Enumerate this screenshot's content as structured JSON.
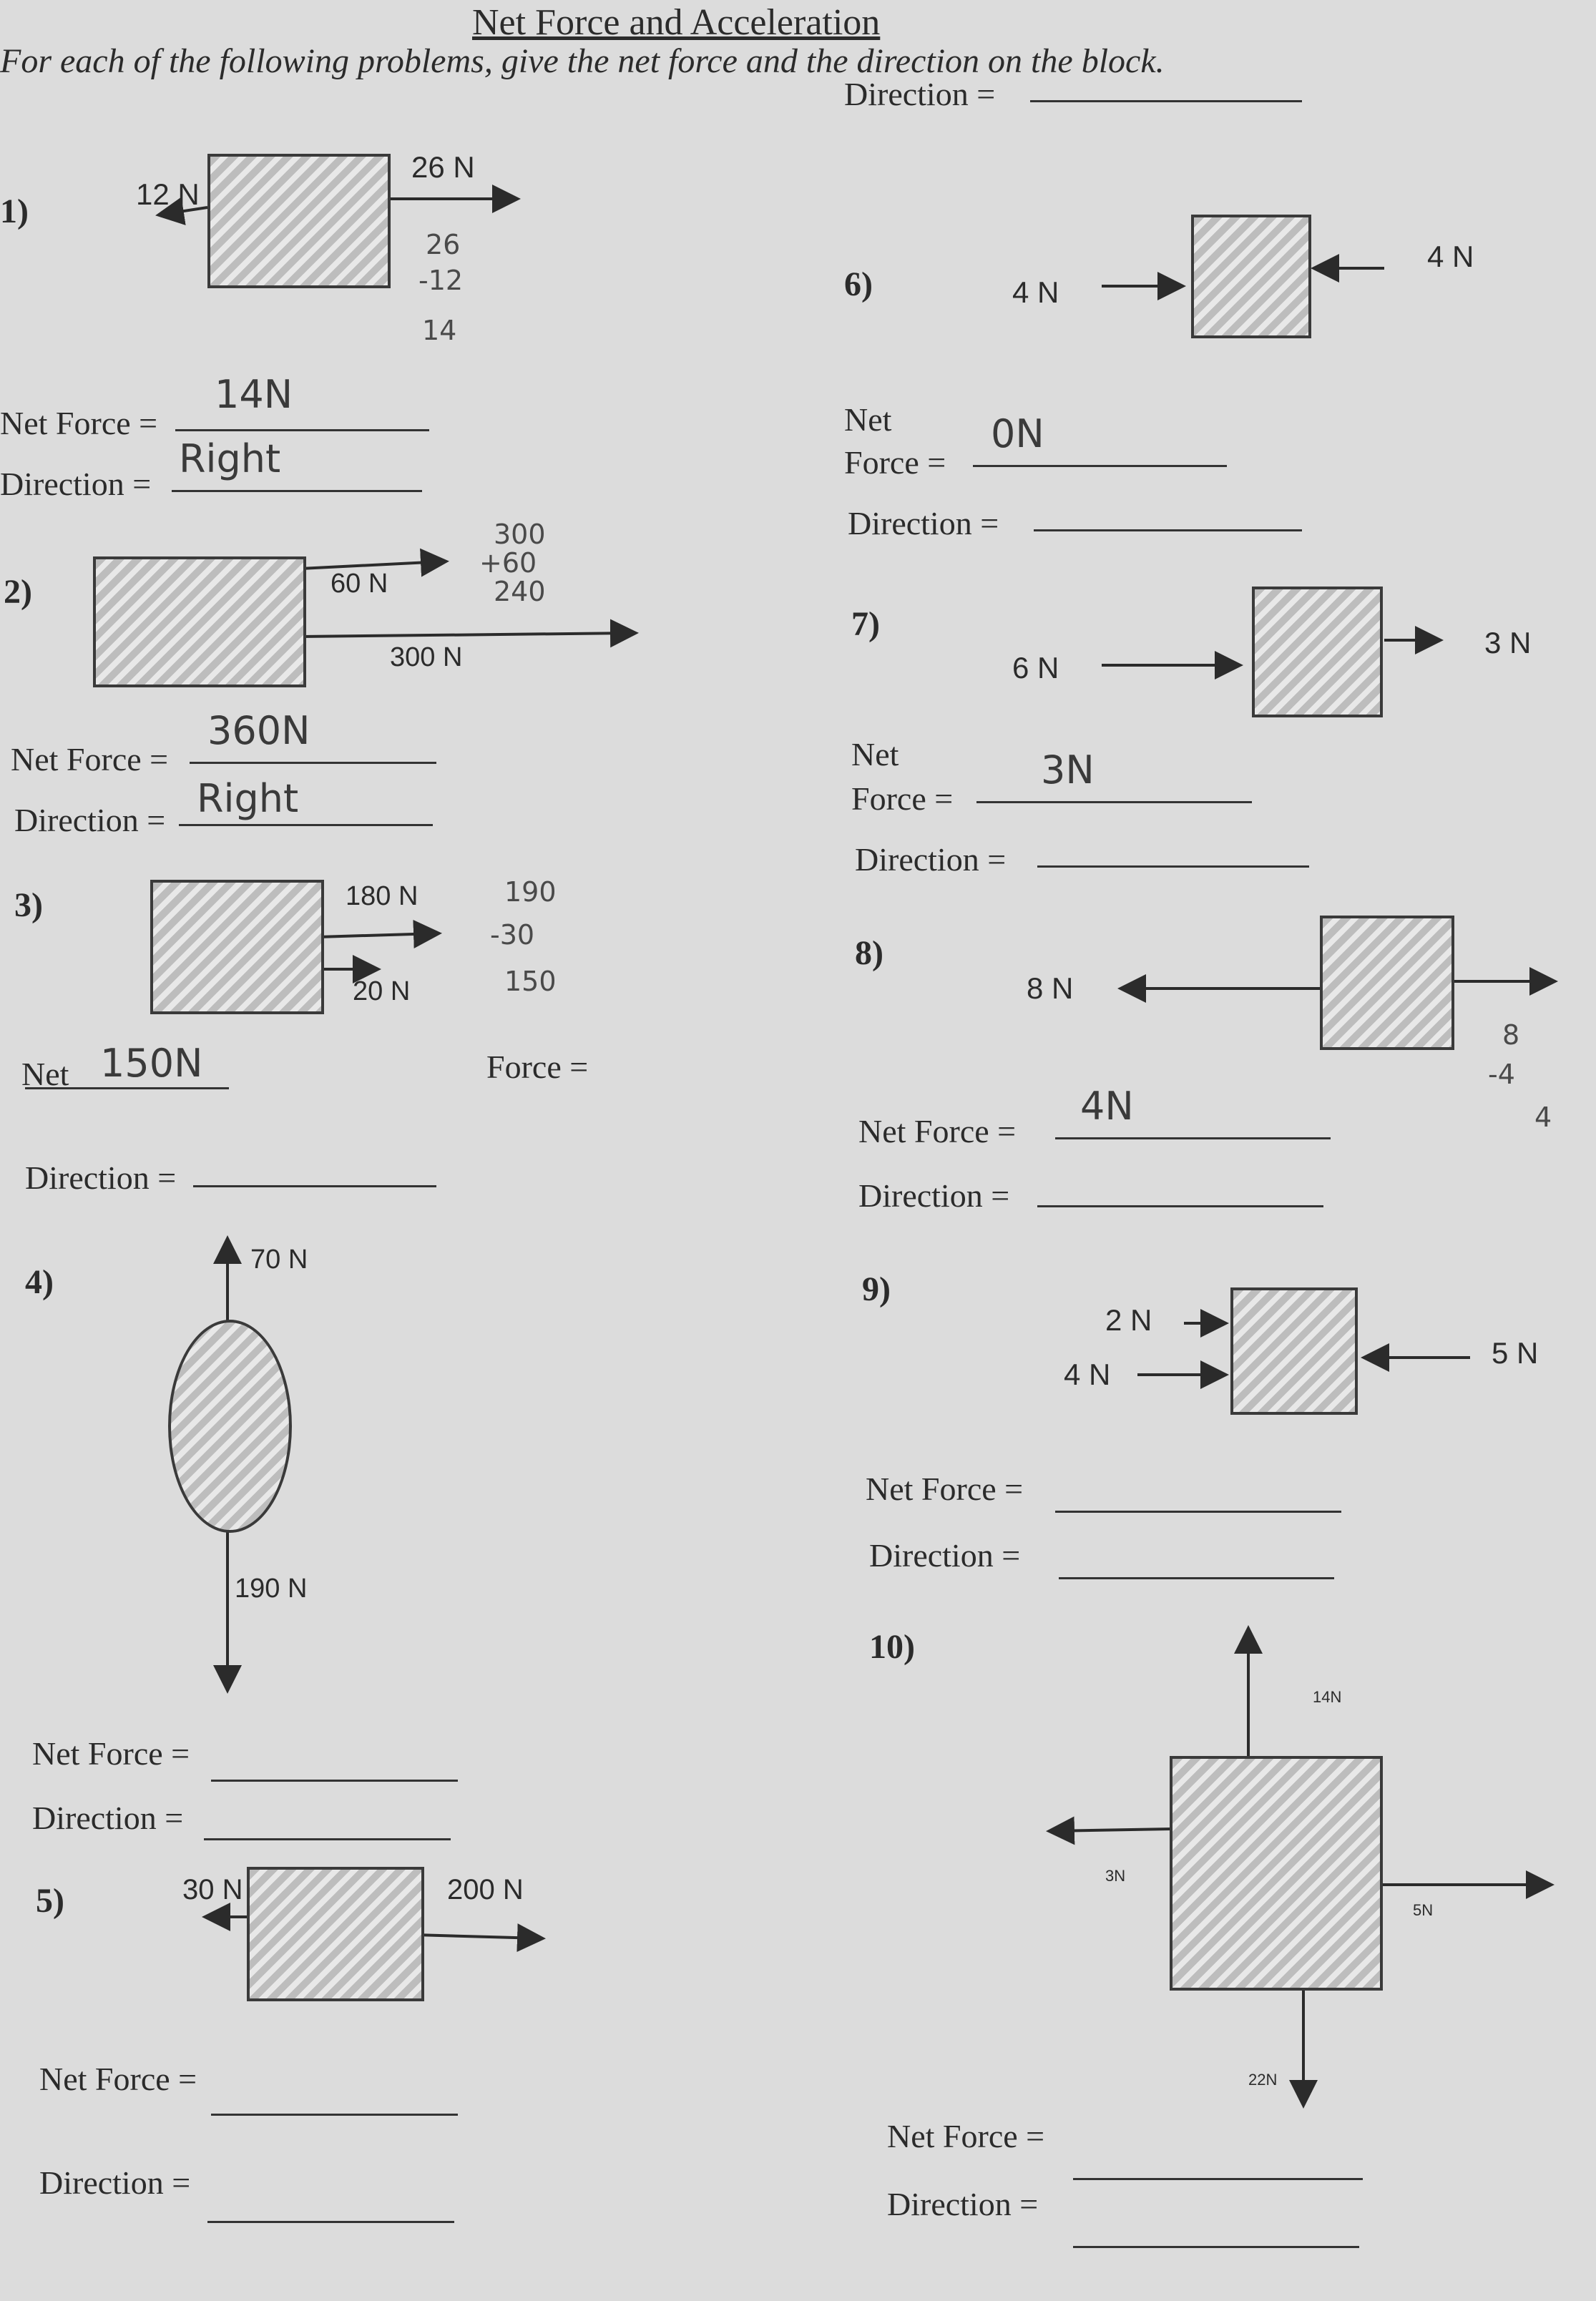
{
  "header": {
    "title": "Net Force and Acceleration",
    "instructions": "For each of the following problems, give the net force and the direction on the block."
  },
  "labels": {
    "net_force": "Net Force =",
    "net": "Net",
    "force": "Force =",
    "direction": "Direction ="
  },
  "problems": {
    "p1": {
      "number": "1)",
      "left_force": "12 N",
      "right_force": "26 N",
      "work": [
        "26",
        "-12",
        "14"
      ],
      "answer_force": "14N",
      "answer_direction": "Right"
    },
    "p2": {
      "number": "2)",
      "force_a": "60 N",
      "force_b": "300 N",
      "work": [
        "300",
        "+60",
        "240"
      ],
      "answer_force": "360N",
      "answer_direction": "Right"
    },
    "p3": {
      "number": "3)",
      "force_a": "180 N",
      "force_b": "20 N",
      "work": [
        "190",
        "-30",
        "150"
      ],
      "answer_force": "150N"
    },
    "p4": {
      "number": "4)",
      "top_force": "70 N",
      "bottom_force": "190 N"
    },
    "p5": {
      "number": "5)",
      "left_force": "30 N",
      "right_force": "200 N"
    },
    "p6": {
      "number": "6)",
      "left_force": "4 N",
      "right_force": "4 N",
      "answer_force": "0N"
    },
    "p7": {
      "number": "7)",
      "left_force": "6 N",
      "right_force": "3 N",
      "answer_force": "3N"
    },
    "p8": {
      "number": "8)",
      "left_force": "8 N",
      "work": [
        "8",
        "-4",
        "4"
      ],
      "answer_force": "4N"
    },
    "p9": {
      "number": "9)",
      "force_a": "2 N",
      "force_b": "4 N",
      "force_c": "5 N"
    },
    "p10": {
      "number": "10)",
      "top_force": "14N",
      "left_force": "3N",
      "right_force": "5N",
      "bottom_force": "22N"
    }
  }
}
